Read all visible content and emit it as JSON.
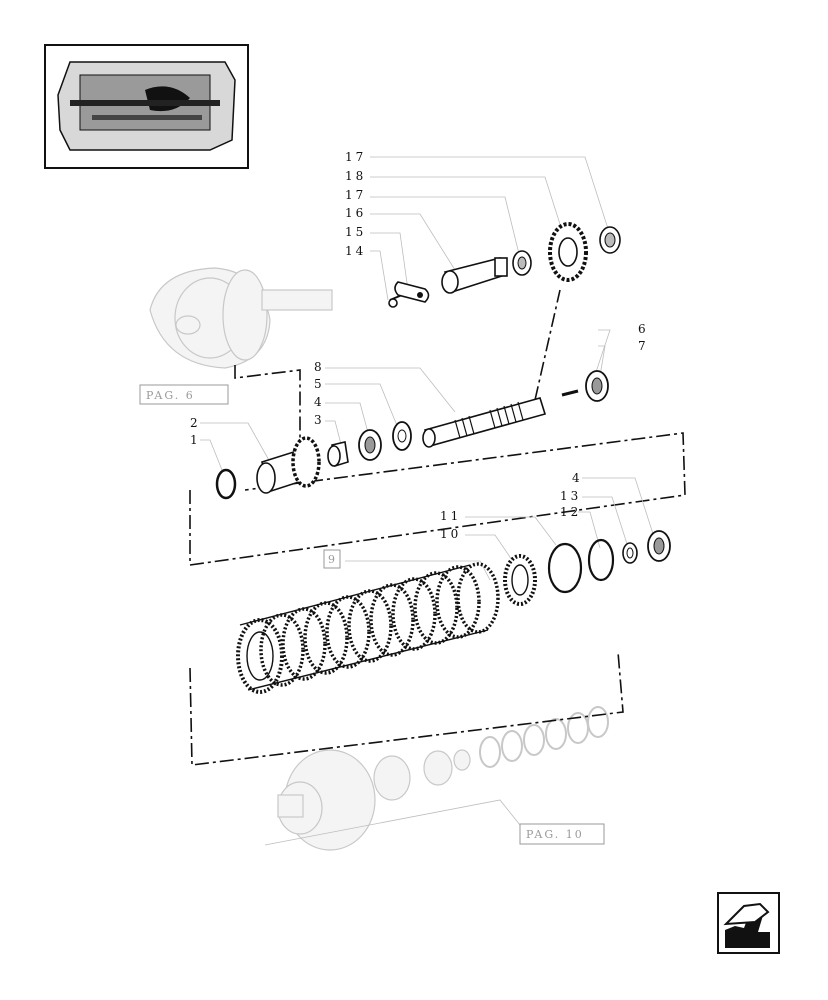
{
  "callouts": {
    "c1": "1",
    "c2": "2",
    "c3": "3",
    "c4a": "4",
    "c4b": "4",
    "c5": "5",
    "c6": "6",
    "c7": "7",
    "c8": "8",
    "c9": "9",
    "c10": "10",
    "c11": "11",
    "c12": "12",
    "c13": "13",
    "c14": "14",
    "c15": "15",
    "c16": "16",
    "c17a": "17",
    "c17b": "17",
    "c18": "18"
  },
  "references": {
    "pag6": "PAG. 6",
    "pag10": "PAG. 10"
  },
  "icons": {
    "thumbnail": "transmission-thumbnail-icon",
    "nav": "previous-page-arrow-icon"
  },
  "colors": {
    "ink": "#111111",
    "ghost": "#c8c8c8",
    "leader": "#bdbdbd"
  }
}
